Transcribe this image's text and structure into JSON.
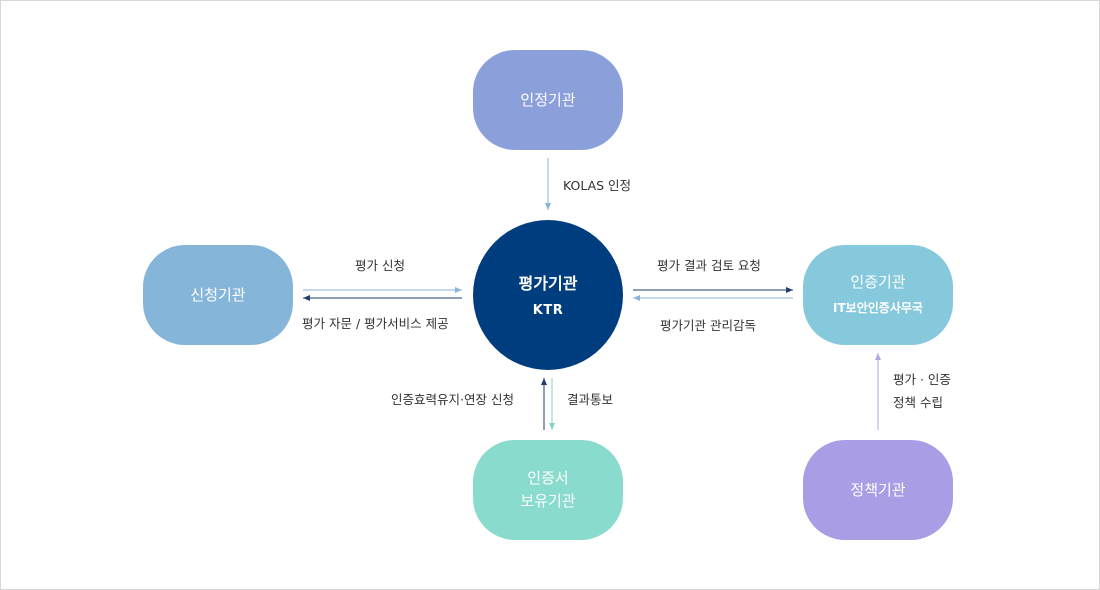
{
  "nodes": {
    "top": {
      "title": "인정기관",
      "color": "#8b9fdb"
    },
    "left": {
      "title": "신청기관",
      "color": "#86b5da"
    },
    "center": {
      "title": "평가기관",
      "sub": "KTR",
      "color": "#003d7e"
    },
    "right": {
      "title": "인증기관",
      "sub": "IT보안인증사무국",
      "color": "#86c8dc"
    },
    "bottom": {
      "line1": "인증서",
      "line2": "보유기관",
      "color": "#88dbcd"
    },
    "bottom_right": {
      "title": "정책기관",
      "color": "#a99ee6"
    }
  },
  "labels": {
    "kolas": "KOLAS 인정",
    "apply": "평가 신청",
    "advise": "평가 자문 / 평가서비스 제공",
    "review_request": "평가 결과 검토 요청",
    "supervision": "평가기관 관리감독",
    "renewal": "인증효력유지·연장 신청",
    "notice": "결과통보",
    "policy_line1": "평가 · 인증",
    "policy_line2": "정책 수립"
  },
  "colors": {
    "arrow_light": "#8bb3dd",
    "arrow_dark": "#1f3f74",
    "arrow_teal": "#86d3c8",
    "arrow_purple": "#b2a8e6"
  }
}
